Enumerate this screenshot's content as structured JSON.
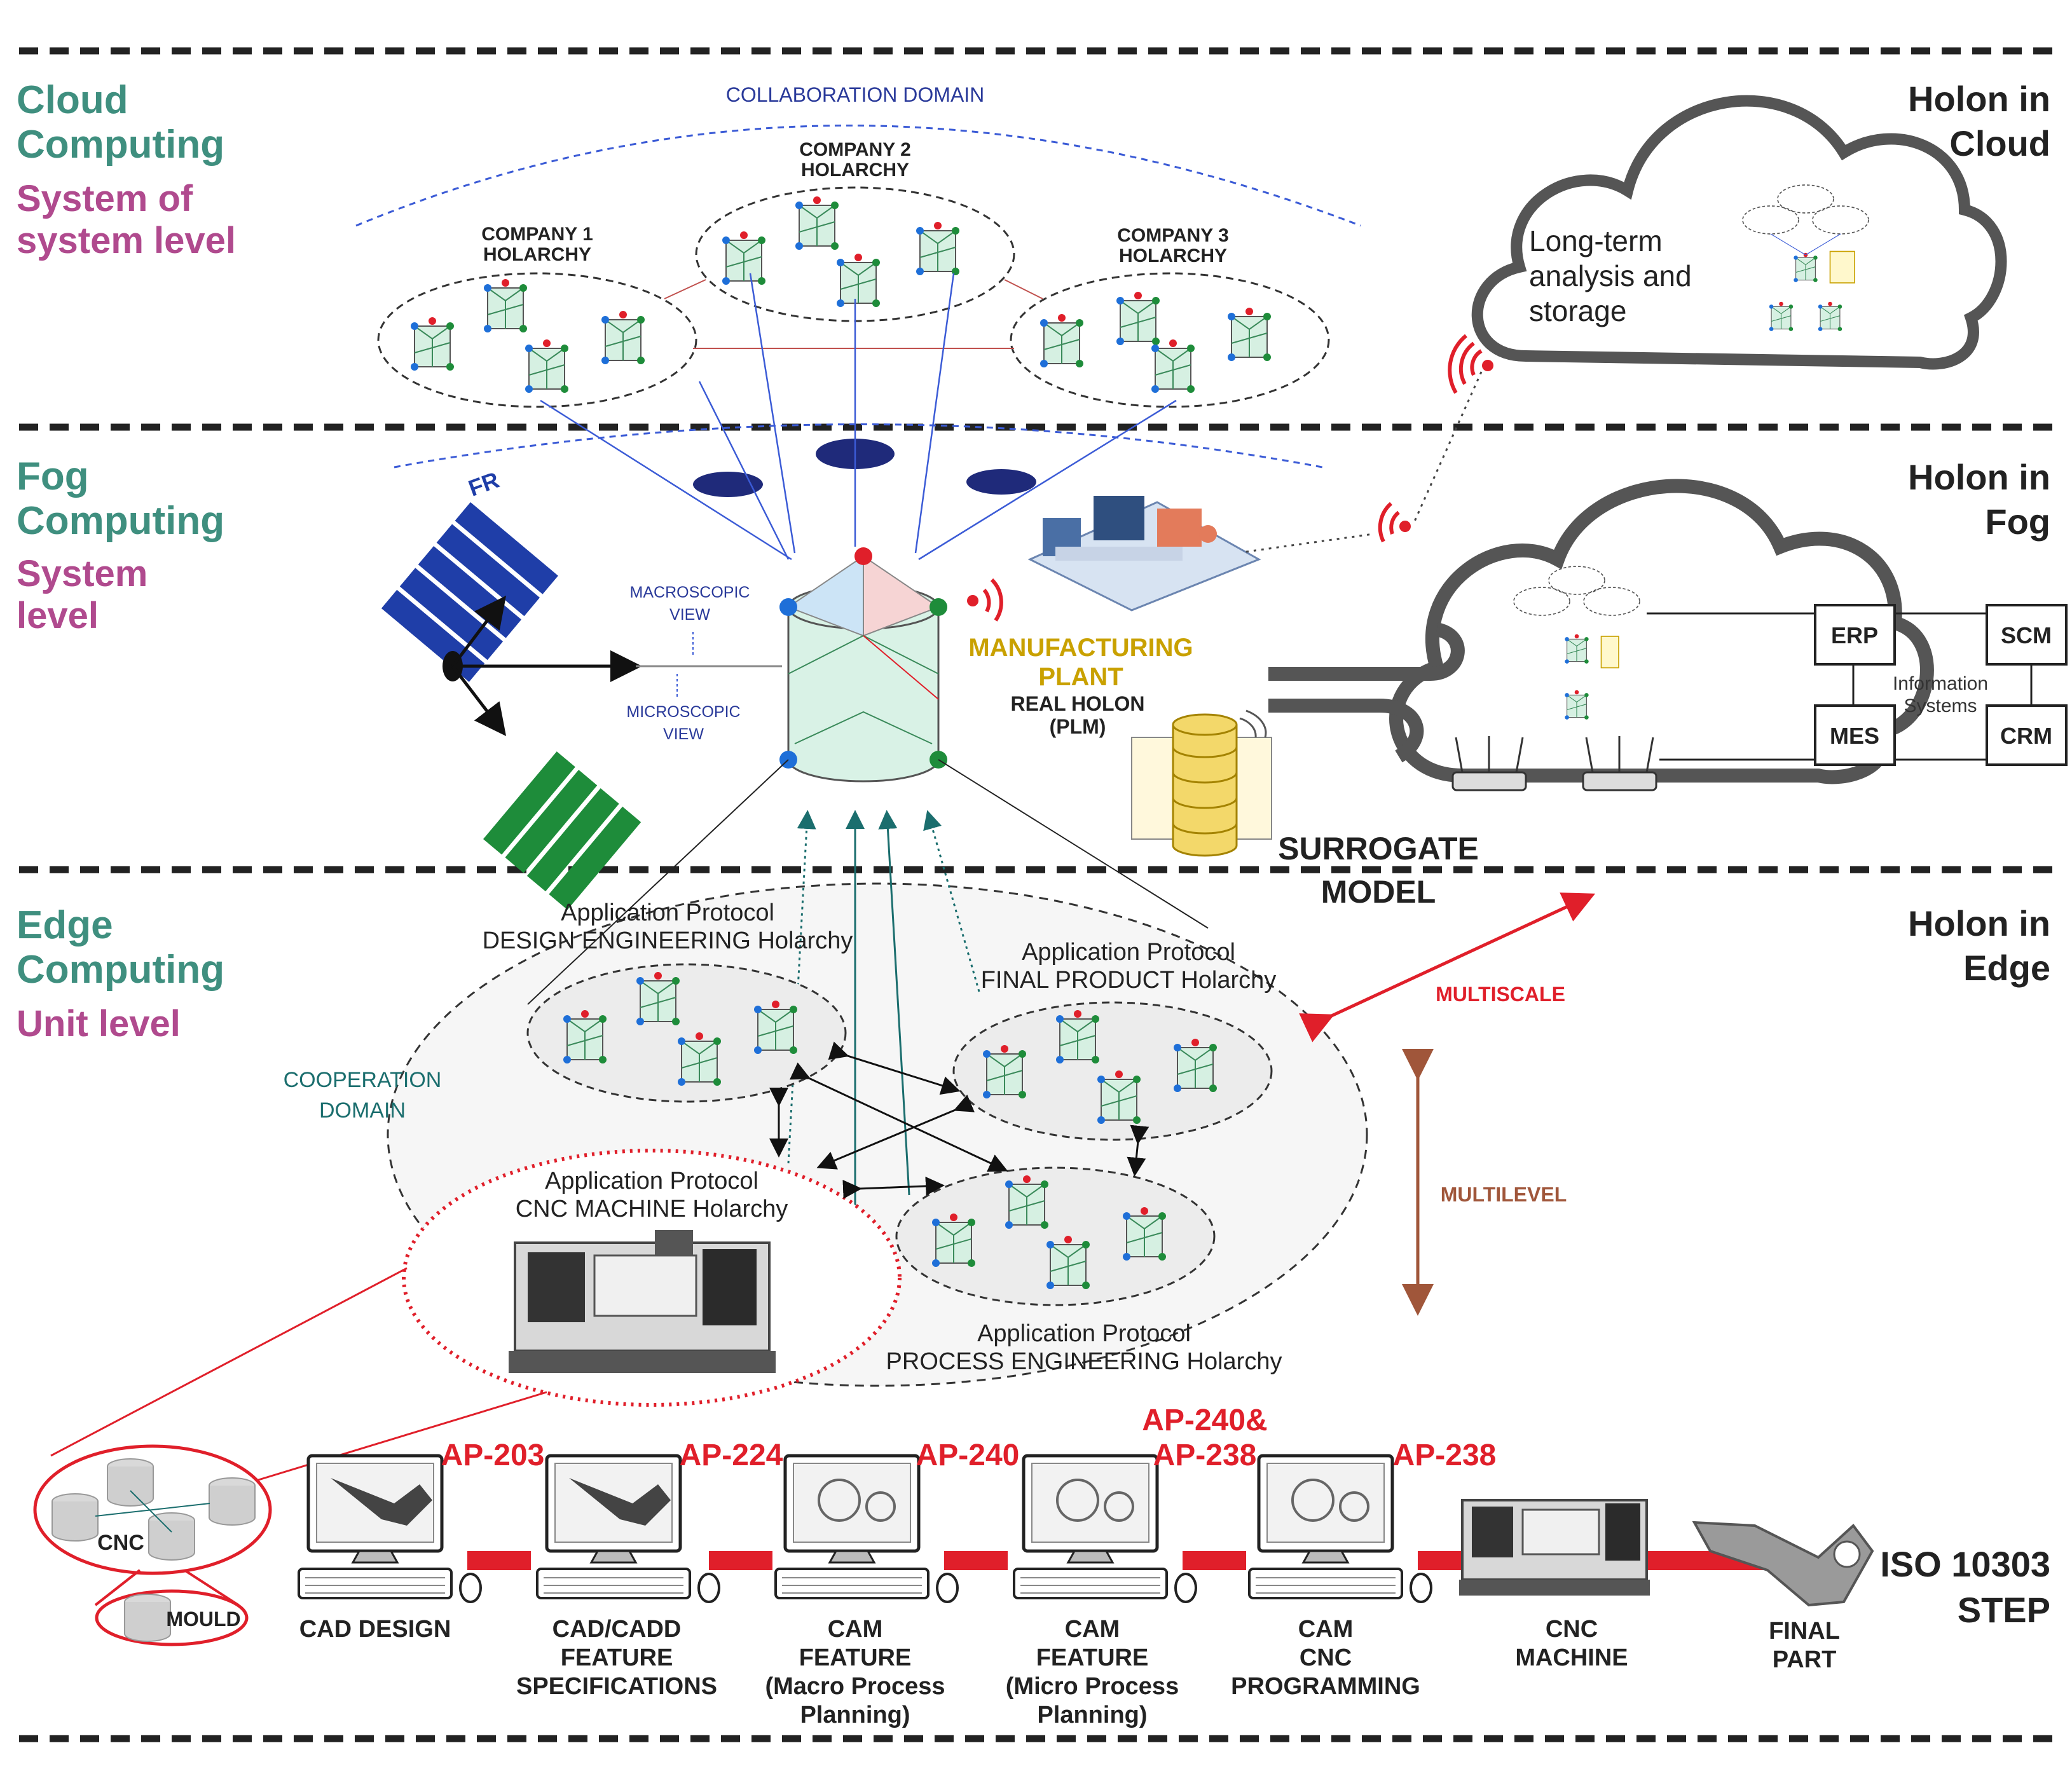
{
  "tiers": {
    "cloud": {
      "title": "Cloud Computing",
      "line1": "Cloud",
      "line2": "Computing",
      "sub1": "System of",
      "sub2": "system level",
      "holon1": "Holon in",
      "holon2": "Cloud"
    },
    "fog": {
      "line1": "Fog",
      "line2": "Computing",
      "sub1": "System",
      "sub2": "level",
      "holon1": "Holon in",
      "holon2": "Fog"
    },
    "edge": {
      "line1": "Edge",
      "line2": "Computing",
      "sub1": "Unit level",
      "holon1": "Holon in",
      "holon2": "Edge"
    }
  },
  "cloud_section": {
    "collaboration_domain": "COLLABORATION DOMAIN",
    "company1": [
      "COMPANY 1",
      "HOLARCHY"
    ],
    "company2": [
      "COMPANY 2",
      "HOLARCHY"
    ],
    "company3": [
      "COMPANY 3",
      "HOLARCHY"
    ],
    "cloud_text": [
      "Long-term",
      "analysis and",
      "storage"
    ]
  },
  "fog_section": {
    "fr_label": "FR",
    "macroscopic": [
      "MACROSCOPIC",
      "VIEW"
    ],
    "microscopic": [
      "MICROSCOPIC",
      "VIEW"
    ],
    "plant": [
      "MANUFACTURING",
      "PLANT"
    ],
    "real_holon": [
      "REAL HOLON",
      "(PLM)"
    ],
    "surrogate": [
      "SURROGATE",
      "MODEL"
    ],
    "info_systems": [
      "Information",
      "Systems"
    ],
    "erp": "ERP",
    "scm": "SCM",
    "mes": "MES",
    "crm": "CRM"
  },
  "edge_section": {
    "design": [
      "Application Protocol",
      "DESIGN ENGINEERING Holarchy"
    ],
    "final": [
      "Application Protocol",
      "FINAL PRODUCT Holarchy"
    ],
    "cnc": [
      "Application Protocol",
      "CNC MACHINE Holarchy"
    ],
    "process": [
      "Application Protocol",
      "PROCESS ENGINEERING Holarchy"
    ],
    "cooperation": [
      "COOPERATION",
      "DOMAIN"
    ],
    "multiscale": "MULTISCALE",
    "multilevel": "MULTILEVEL"
  },
  "step_chain": {
    "codes": [
      "AP-203",
      "AP-224",
      "AP-240",
      "AP-240&",
      "AP-238",
      "AP-238"
    ],
    "stations": [
      [
        "CAD DESIGN"
      ],
      [
        "CAD/CADD",
        "FEATURE",
        "SPECIFICATIONS"
      ],
      [
        "CAM",
        "FEATURE",
        "(Macro Process",
        "Planning)"
      ],
      [
        "CAM",
        "FEATURE",
        "(Micro Process",
        "Planning)"
      ],
      [
        "CAM",
        "CNC",
        "PROGRAMMING"
      ],
      [
        "CNC",
        "MACHINE"
      ],
      [
        "FINAL",
        "PART"
      ]
    ],
    "cnc_label": "CNC",
    "mould_label": "MOULD",
    "iso": [
      "ISO 10303",
      "STEP"
    ]
  },
  "colors": {
    "teal": "#3f8f7f",
    "magenta": "#b04a8e",
    "red": "#e01f2a",
    "navy": "#1f2a7a",
    "green": "#1e8c3a",
    "brown": "#a0563a"
  }
}
